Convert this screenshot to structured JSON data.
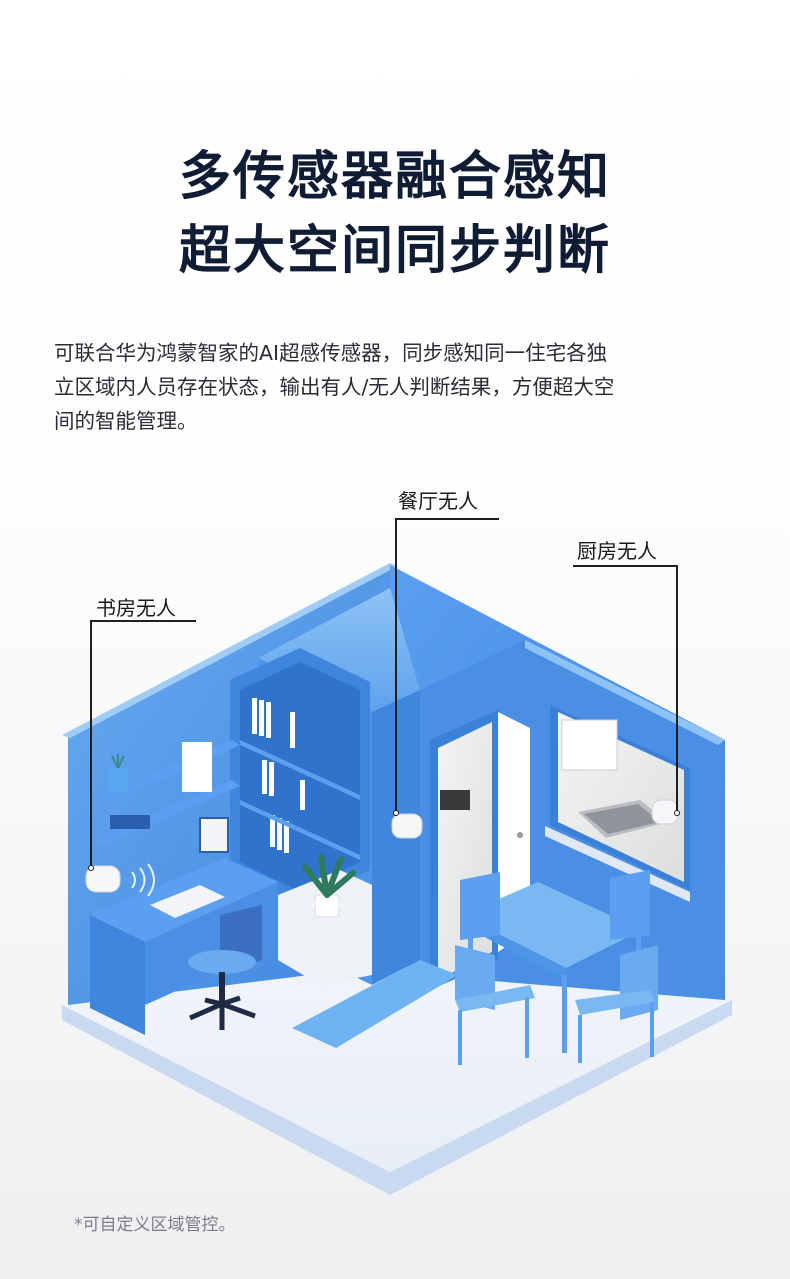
{
  "header": {
    "title_line1": "多传感器融合感知",
    "title_line2": "超大空间同步判断"
  },
  "description": {
    "line1": "可联合华为鸿蒙智家的AI超感传感器，同步感知同一住宅各独",
    "line2": "立区域内人员存在状态，输出有人/无人判断结果，方便超大空",
    "line3": "间的智能管理。"
  },
  "illustration": {
    "subject": "isometric-blue-apartment-study-dining-kitchen",
    "colors": {
      "wall_blue": "#4a90e2",
      "wall_light": "#7fb6ee",
      "floor": "#f3f6fb",
      "accent_dark": "#0f1c33"
    },
    "callouts": [
      {
        "id": "study",
        "label": "书房无人"
      },
      {
        "id": "dining",
        "label": "餐厅无人"
      },
      {
        "id": "kitchen",
        "label": "厨房无人"
      }
    ]
  },
  "footnote": "*可自定义区域管控。"
}
